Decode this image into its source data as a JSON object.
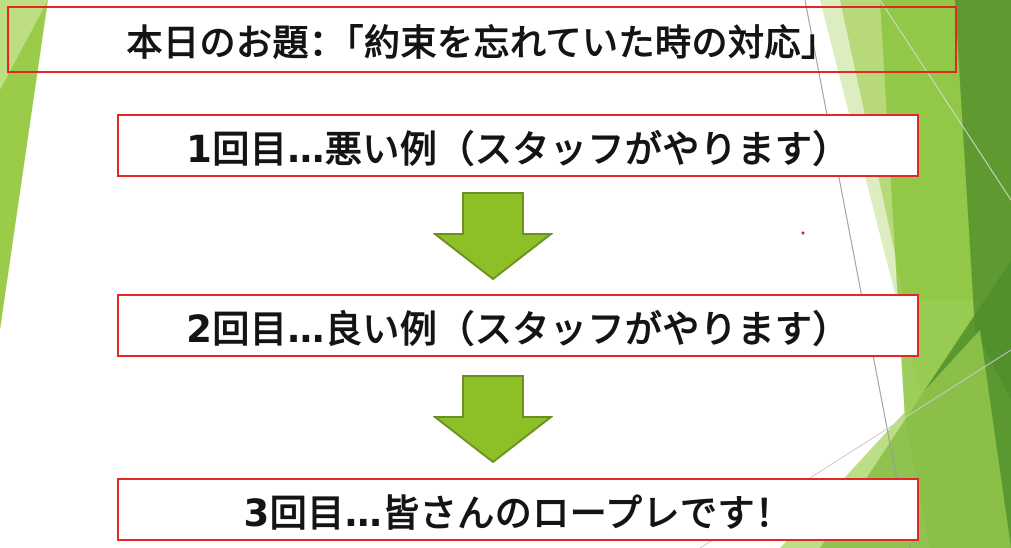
{
  "slide": {
    "title": "本日のお題：「約束を忘れていた時の対応」",
    "steps": [
      "1回目…悪い例（スタッフがやります）",
      "2回目…良い例（スタッフがやります）",
      "3回目…皆さんのロープレです！"
    ]
  },
  "colors": {
    "box_border": "#e32727",
    "arrow_fill": "#8dc026",
    "arrow_stroke": "#6b8f23",
    "decor_green_light": "#b3d96e",
    "decor_green_mid": "#8dc63f",
    "decor_green_dark": "#5e9a2e",
    "text": "#141414"
  }
}
